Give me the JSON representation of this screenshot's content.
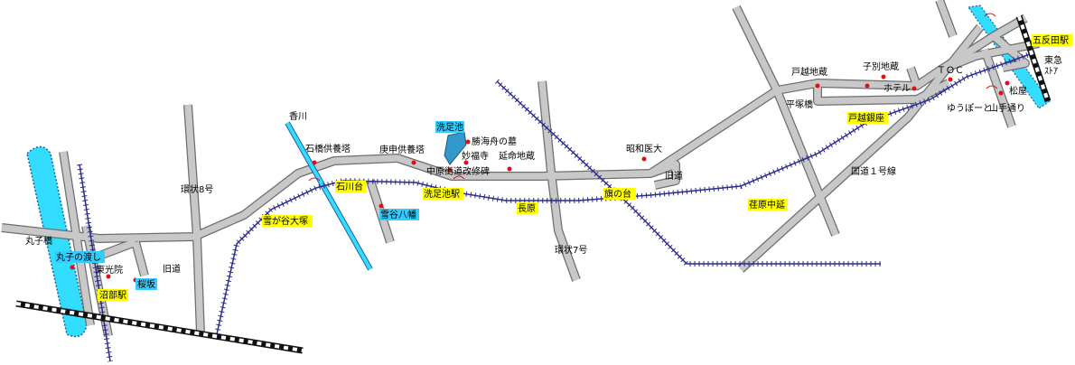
{
  "colors": {
    "road": "#c8c8c8",
    "road_edge": "#6e6e6e",
    "river": "#33ddff",
    "pond": "#3399cc",
    "railway": "#111111",
    "subway": "#2b2b8c",
    "marker": "#e01010",
    "highlight_yellow": "#ffff00",
    "highlight_cyan": "#33ccff"
  },
  "labels": {
    "marukobashi": "丸子橋",
    "maruko_watashi": "丸子の渡し",
    "tokoin": "東光院",
    "sakurazaka": "桜坂",
    "numabe_station": "沼部駅",
    "kyudo_left": "旧道",
    "kanjo8": "環状8号",
    "yukigaya_otsuka": "雪が谷大塚",
    "kagawa": "香川",
    "ishibashi_kuyoto": "石橋供養塔",
    "ishikawadai": "石川台",
    "yukigaya_hachiman": "雪谷八幡",
    "koshin_kuyoto": "庚申供養塔",
    "senzokuike": "洗足池",
    "katsu_kaishu": "勝海舟の墓",
    "myofukuji": "妙福寺",
    "nakahara_kaido": "中原街道改修碑",
    "enmei_jizo": "延命地蔵",
    "senzokuike_station": "洗足池駅",
    "nagahara": "長原",
    "kanjo7": "環状7号",
    "hatanodai": "旗の台",
    "showa_idai": "昭和医大",
    "kyudo_right": "旧道",
    "ebara_nakanobu": "荏原中延",
    "hiratsukabashi": "平塚橋",
    "togoshi_jizo": "戸越地蔵",
    "togoshi_ginza": "戸越銀座",
    "kokudo1": "国道１号線",
    "shiwake_jizo": "子別地蔵",
    "hotel": "ホテル",
    "toc": "ＴＯＣ",
    "yuuborto": "ゆうぽーと",
    "yamanote_dori": "山手通り",
    "matsuya": "松屋",
    "tokyu_store_1": "東急",
    "tokyu_store_2": "ｽﾄｱ",
    "gotanda_station": "五反田駅"
  }
}
